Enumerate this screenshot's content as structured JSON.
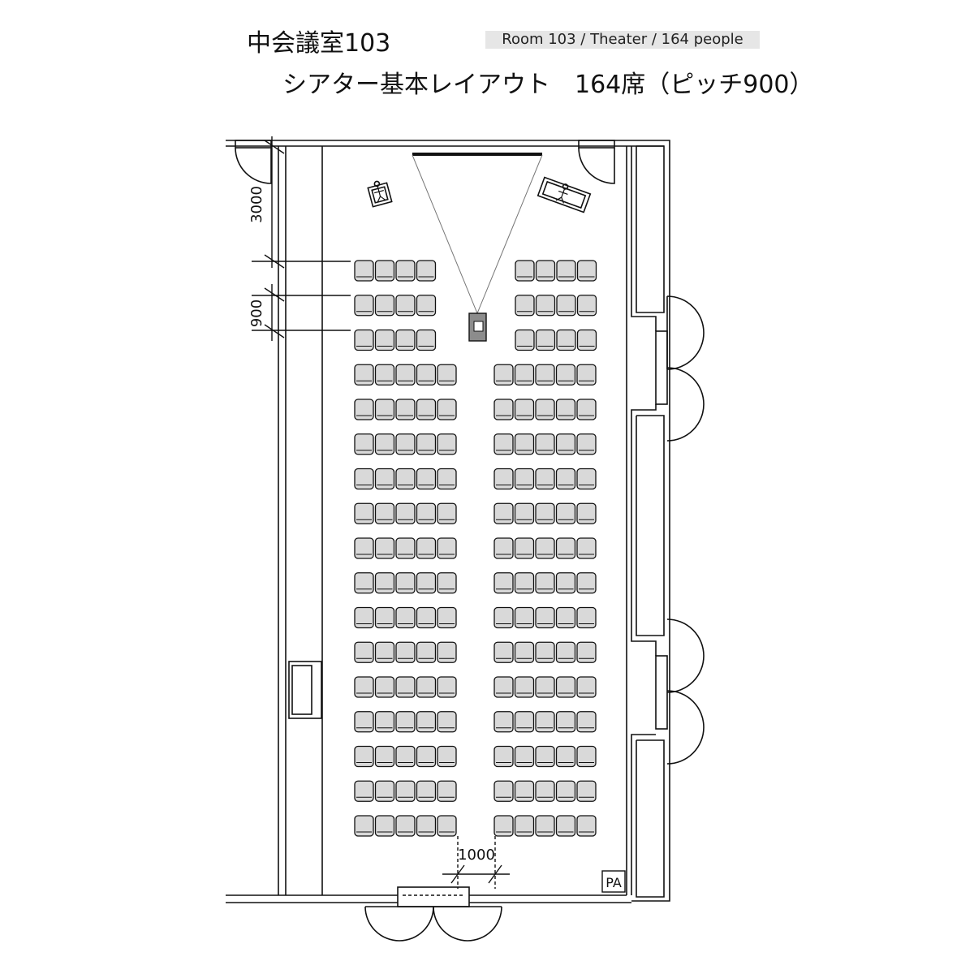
{
  "header": {
    "room_title": "中会議室103",
    "layout_title": "シアター基本レイアウト　164席（ピッチ900）",
    "badge": "Room 103 / Theater / 164 people"
  },
  "dimensions": {
    "front_depth": "3000",
    "row_pitch": "900",
    "aisle_width": "1000"
  },
  "equipment": {
    "pa_label": "PA"
  },
  "seating": {
    "left_block_rows": [
      4,
      4,
      4,
      5,
      5,
      5,
      5,
      5,
      5,
      5,
      5,
      5,
      5,
      5,
      5,
      5,
      5
    ],
    "right_block_rows": [
      4,
      4,
      4,
      5,
      5,
      5,
      5,
      5,
      5,
      5,
      5,
      5,
      5,
      5,
      5,
      5,
      5
    ]
  },
  "colors": {
    "seat_fill": "#d9d9d9",
    "projector_fill": "#8c8c8c",
    "badge_bg": "#e6e6e6"
  }
}
